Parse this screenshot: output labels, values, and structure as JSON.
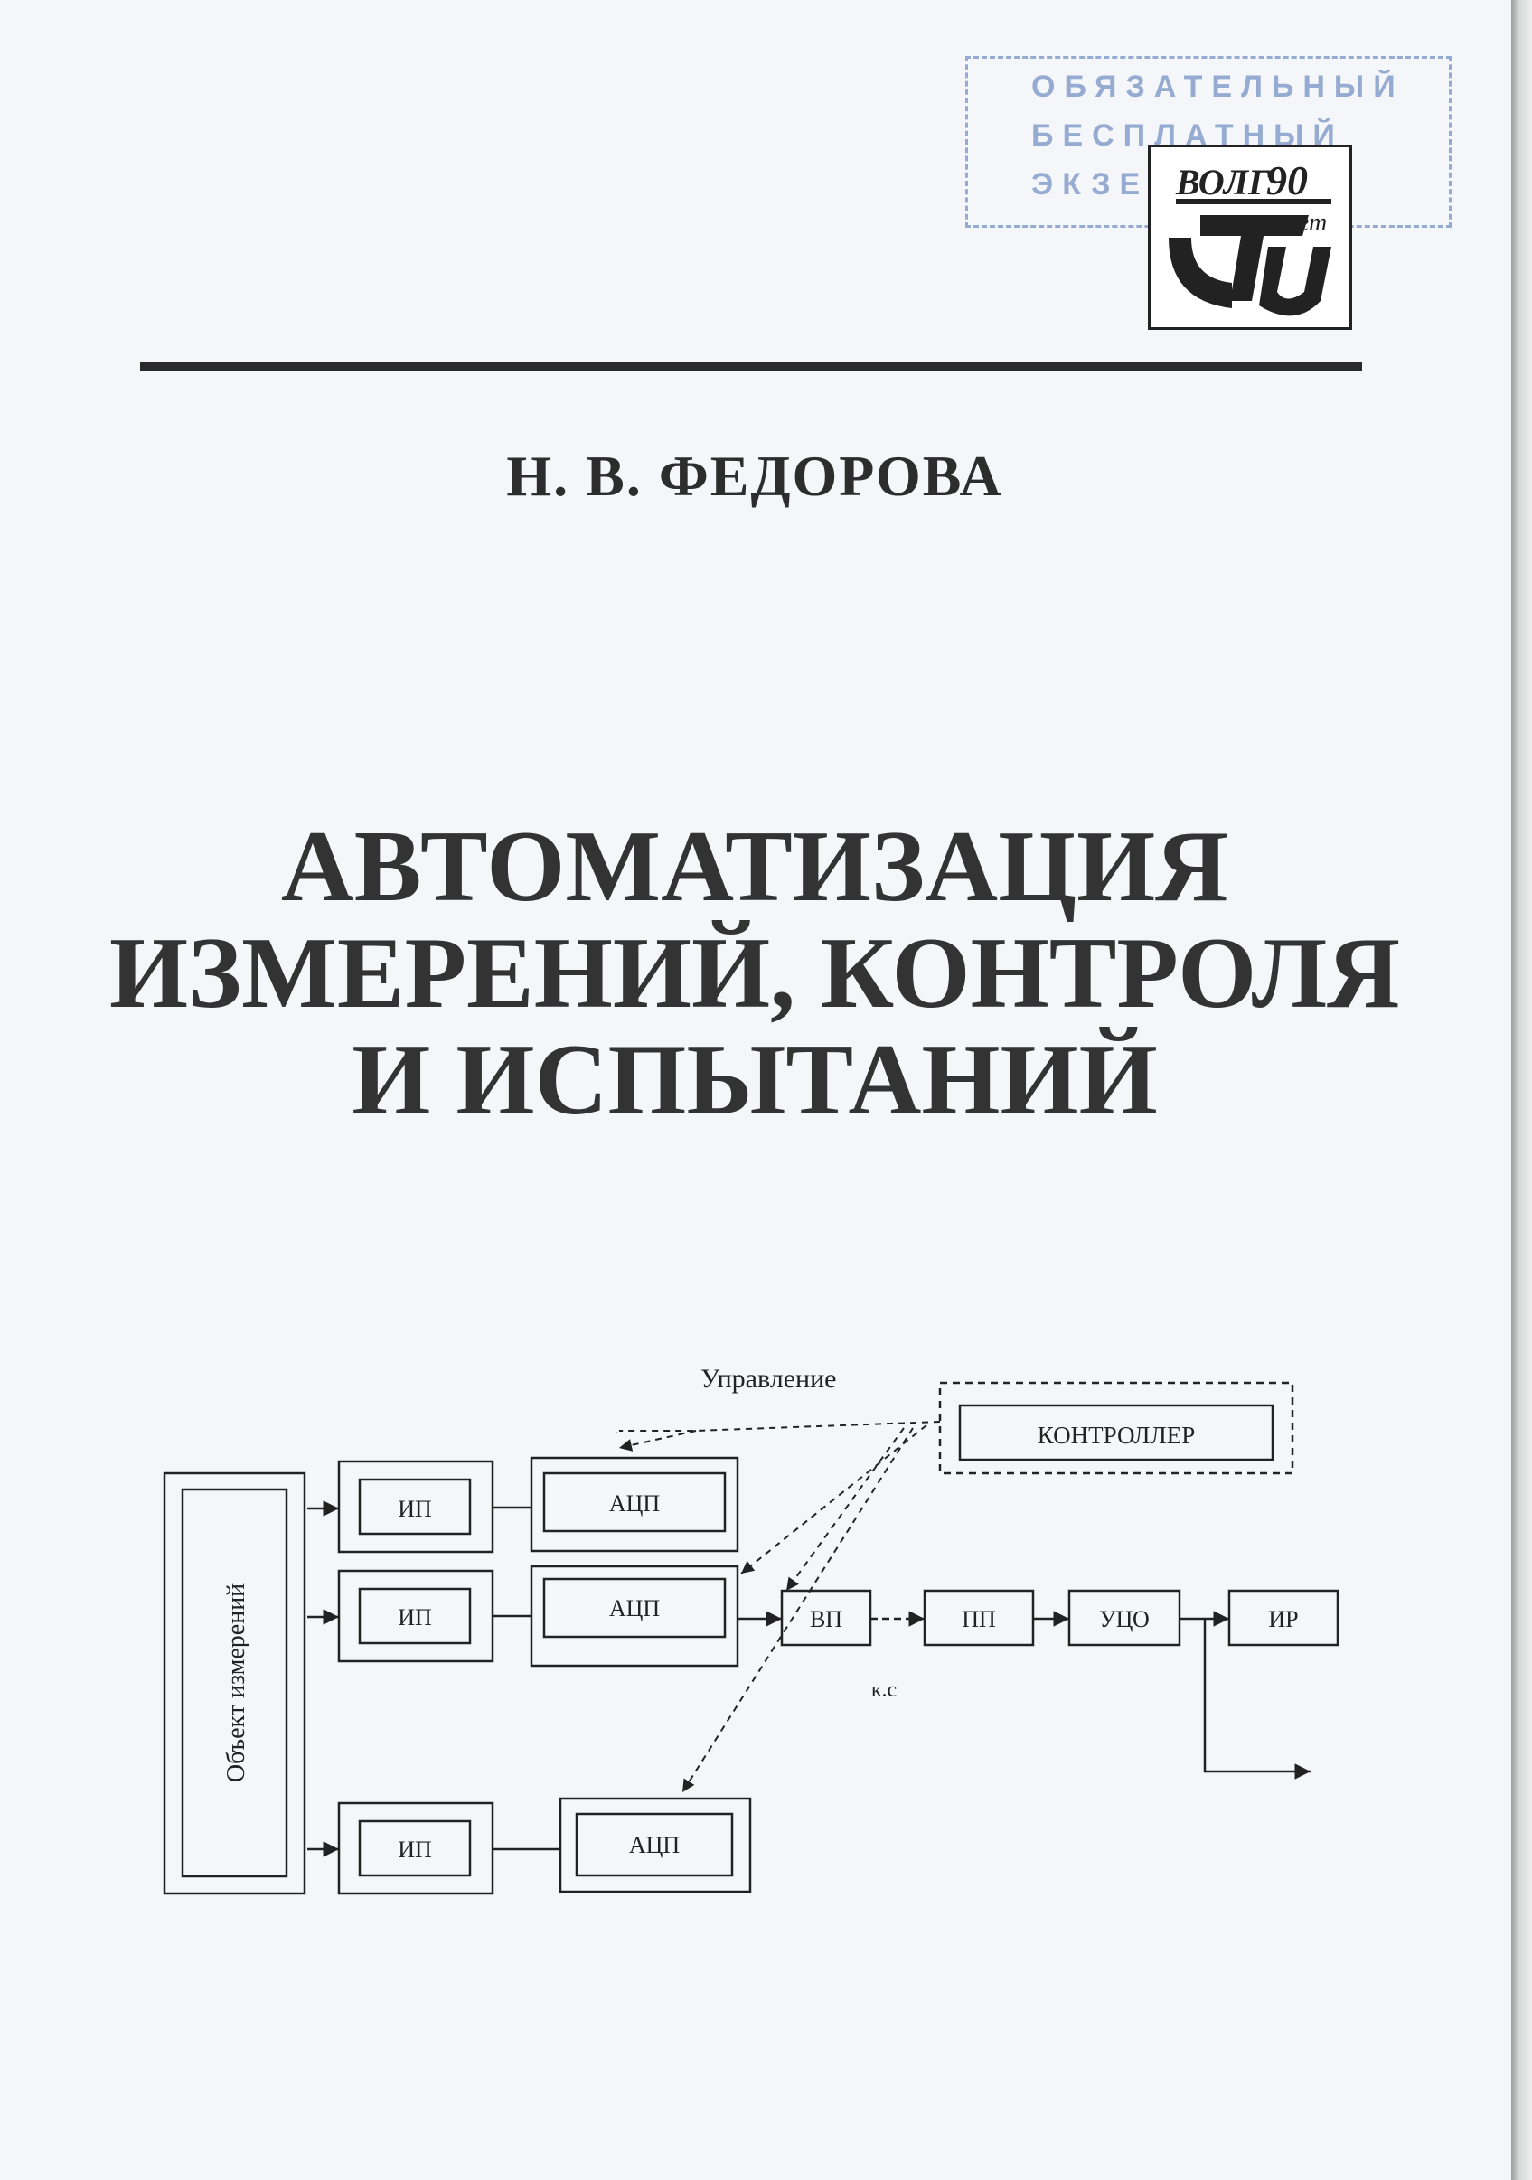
{
  "stamp": {
    "lines": [
      "ОБЯЗАТЕЛЬНЫЙ",
      "БЕСПЛАТНЫЙ",
      "ЭКЗЕМПЛЯР"
    ]
  },
  "logo": {
    "text_top": "ВОЛГ",
    "number": "90",
    "text_years": "лет",
    "letters": "ГТУ"
  },
  "author": "Н. В. ФЕДОРОВА",
  "title_lines": [
    "АВТОМАТИЗАЦИЯ",
    "ИЗМЕРЕНИЙ, КОНТРОЛЯ",
    "И ИСПЫТАНИЙ"
  ],
  "diagram": {
    "control_label": "Управление",
    "controller": "КОНТРОЛЛЕР",
    "object": "Объект измерений",
    "ip": [
      "ИП",
      "ИП",
      "ИП"
    ],
    "adc": [
      "АЦП",
      "АЦП",
      "АЦП"
    ],
    "vp": "ВП",
    "pp": "ПП",
    "uco": "УЦО",
    "ir": "ИР",
    "channel_label": "к.с"
  }
}
